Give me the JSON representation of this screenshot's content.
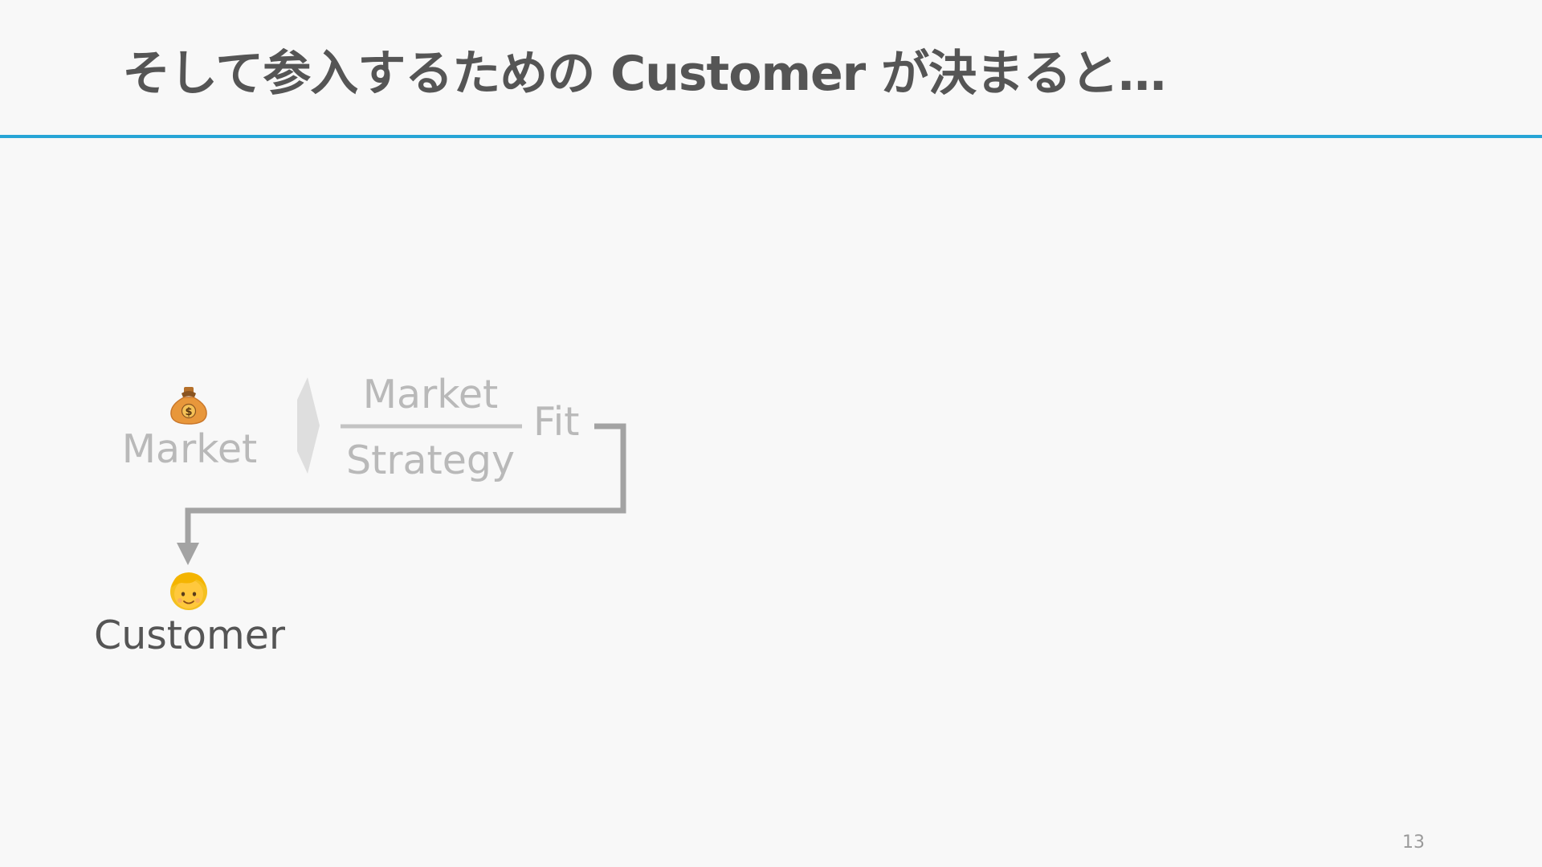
{
  "slide": {
    "title": "そして参入するための Customer が決まると…",
    "page_number": "13"
  },
  "diagram": {
    "market_icon": "money-bag-icon",
    "market_label": "Market",
    "fraction_numerator": "Market",
    "fraction_denominator": "Strategy",
    "fit_label": "Fit",
    "customer_icon": "person-icon",
    "customer_label": "Customer"
  },
  "colors": {
    "title_text": "#555555",
    "accent_rule": "#27a5d6",
    "faded_text": "#b9b9b9",
    "connector": "#a3a3a3",
    "chevron": "#dedede",
    "background": "#f8f8f8"
  }
}
